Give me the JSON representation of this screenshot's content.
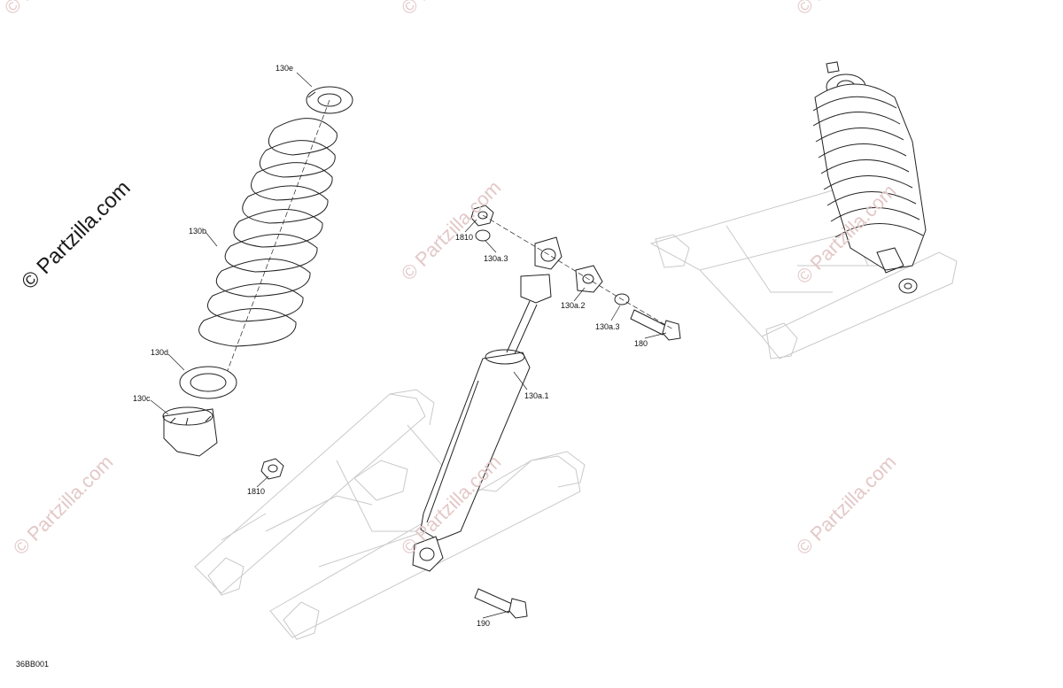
{
  "watermark": {
    "side_text": "© Partzilla.com",
    "repeat_text": "© Partzilla.com"
  },
  "figure_code": "36BB001",
  "callouts": {
    "c130e": "130e",
    "c130b": "130b",
    "c130d": "130d",
    "c130c": "130c",
    "c1810_top": "1810",
    "c130a3_left": "130a.3",
    "c130a2": "130a.2",
    "c130a3_right": "130a.3",
    "c180": "180",
    "c130a1": "130a.1",
    "c1810_bottom": "1810",
    "c190": "190"
  },
  "colors": {
    "line": "#222222",
    "ghost_line": "#c9c9c9",
    "watermark": "#e3c8c8"
  }
}
